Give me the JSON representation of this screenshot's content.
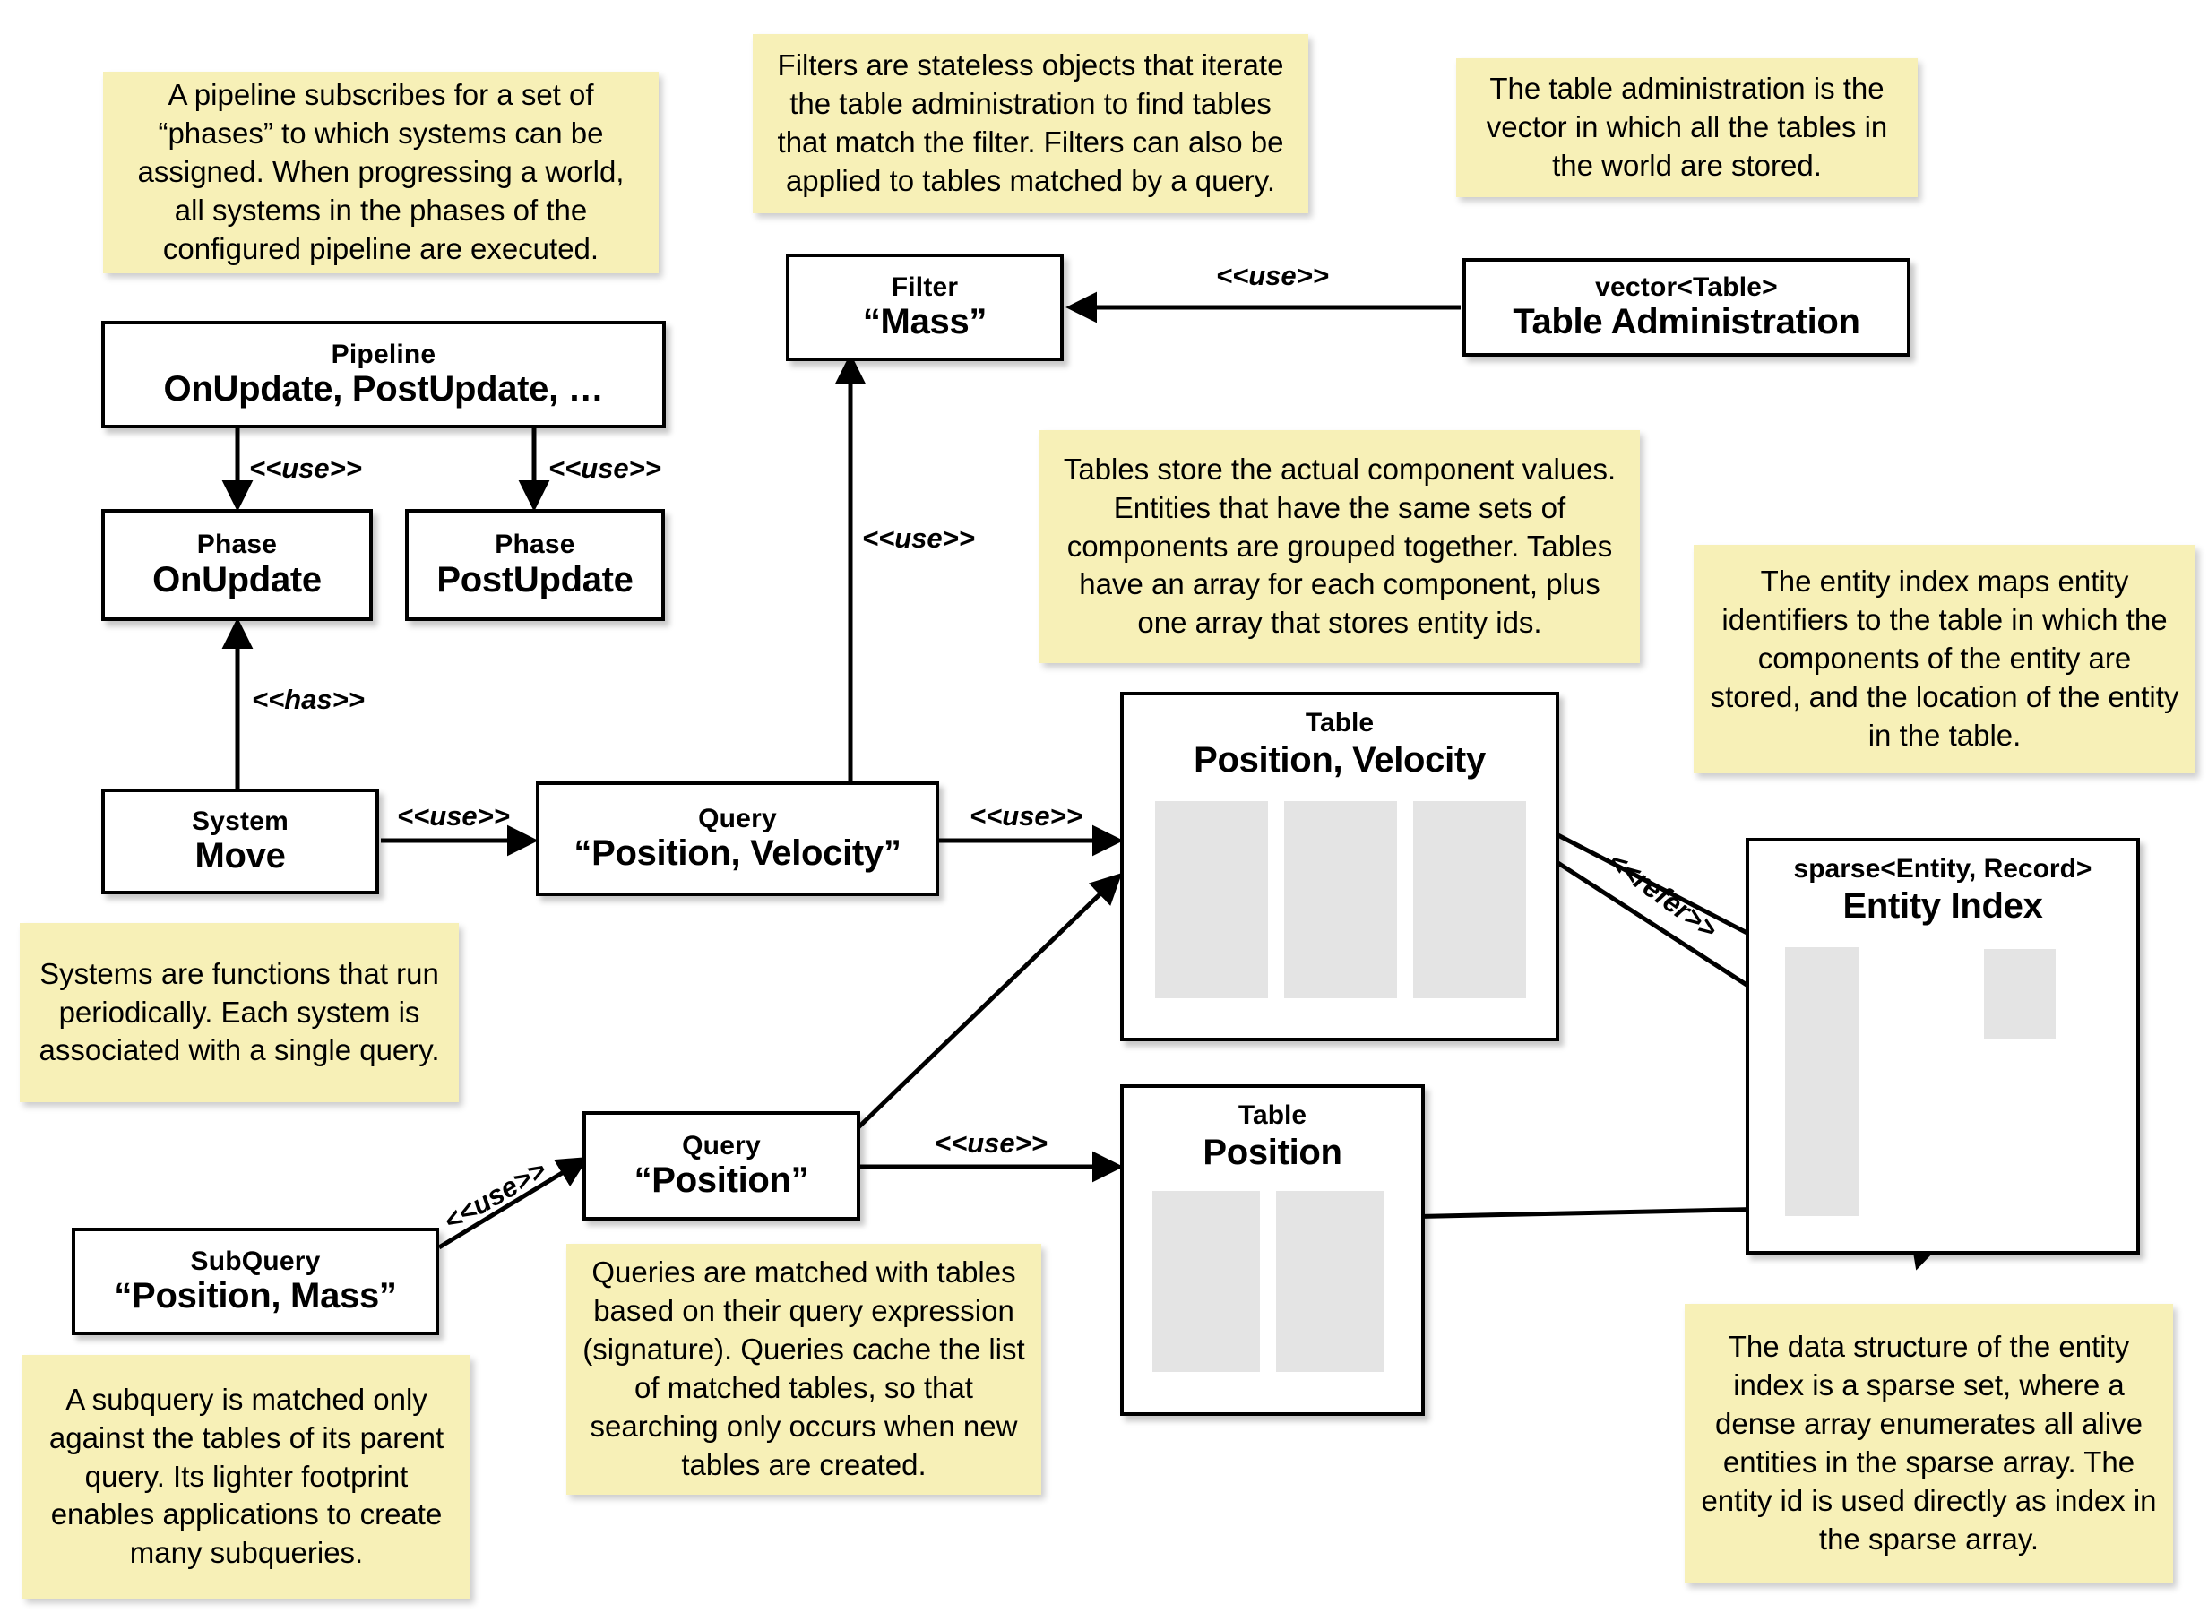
{
  "notes": {
    "pipeline": "A pipeline subscribes for a set of “phases” to which systems can be assigned. When progressing a world, all systems in the phases of the configured pipeline are executed.",
    "filter": "Filters are stateless objects that iterate the table administration to find tables that match the filter. Filters can also be applied to tables matched by a query.",
    "table_admin": "The table administration is the vector in which all the tables in the world are stored.",
    "tables": "Tables store the actual component values. Entities that have the same sets of components are grouped together. Tables have an array for each component, plus one array that stores entity ids.",
    "entity_index": "The entity index maps entity identifiers to the table in which the components of the entity are stored, and the location of the entity in the table.",
    "systems": "Systems are functions that run periodically. Each system is associated with a single query.",
    "queries": "Queries are matched with tables based on their query expression (signature). Queries cache the list of matched tables, so that searching only occurs when new tables are created.",
    "subquery": "A subquery is matched only against the tables of its parent query. Its lighter footprint enables applications to create many subqueries.",
    "sparse_set": "The data structure of the entity index is a sparse set, where a dense array enumerates all alive entities in the sparse array. The entity id is used directly as index in the sparse array."
  },
  "boxes": {
    "pipeline": {
      "stereotype": "Pipeline",
      "name": "OnUpdate, PostUpdate, …"
    },
    "phase_on": {
      "stereotype": "Phase",
      "name": "OnUpdate"
    },
    "phase_post": {
      "stereotype": "Phase",
      "name": "PostUpdate"
    },
    "system_move": {
      "stereotype": "System",
      "name": "Move"
    },
    "query_pv": {
      "stereotype": "Query",
      "name": "“Position, Velocity”"
    },
    "query_p": {
      "stereotype": "Query",
      "name": "“Position”"
    },
    "subquery_pm": {
      "stereotype": "SubQuery",
      "name": "“Position, Mass”"
    },
    "filter_mass": {
      "stereotype": "Filter",
      "name": "“Mass”"
    },
    "table_admin": {
      "stereotype": "vector<Table>",
      "name": "Table Administration"
    },
    "table_pv": {
      "stereotype": "Table",
      "name": "Position, Velocity",
      "columns": 3
    },
    "table_p": {
      "stereotype": "Table",
      "name": "Position",
      "columns": 2
    },
    "entity_index": {
      "stereotype": "sparse<Entity, Record>",
      "name": "Entity Index"
    }
  },
  "edge_labels": {
    "pipeline_phase_on": "<<use>>",
    "pipeline_phase_post": "<<use>>",
    "system_has_phase": "<<has>>",
    "system_use_query": "<<use>>",
    "query_use_filter": "<<use>>",
    "admin_use_filter": "<<use>>",
    "query_pv_use_table": "<<use>>",
    "query_p_use_table": "<<use>>",
    "subquery_use_query": "<<use>>",
    "index_refer_table": "<<refer>>"
  },
  "colors": {
    "note_background": "#F7F0B7",
    "box_border": "#000000",
    "column_fill": "#E4E4E4",
    "page_background": "#FFFFFF"
  }
}
